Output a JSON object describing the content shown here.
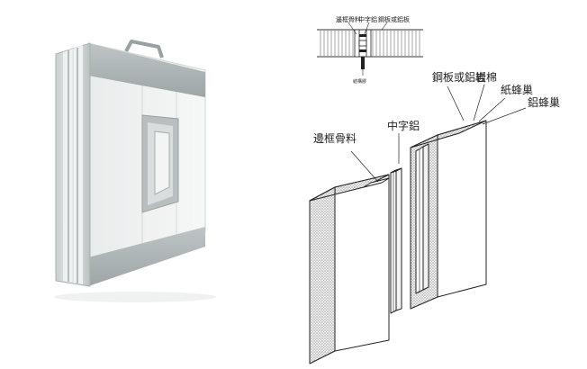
{
  "detail_labels": {
    "frame": "邊框骨料",
    "h_profile": "中字鋁",
    "sheet": "鋼板或鋁板",
    "bottom": "結構膠"
  },
  "callouts": {
    "sheet": "鋼板或鋁板",
    "rockwool": "岩棉",
    "paper_honeycomb": "紙蜂巢",
    "al_honeycomb": "鋁蜂巢",
    "h_profile": "中字鋁",
    "frame": "邊框骨料"
  }
}
